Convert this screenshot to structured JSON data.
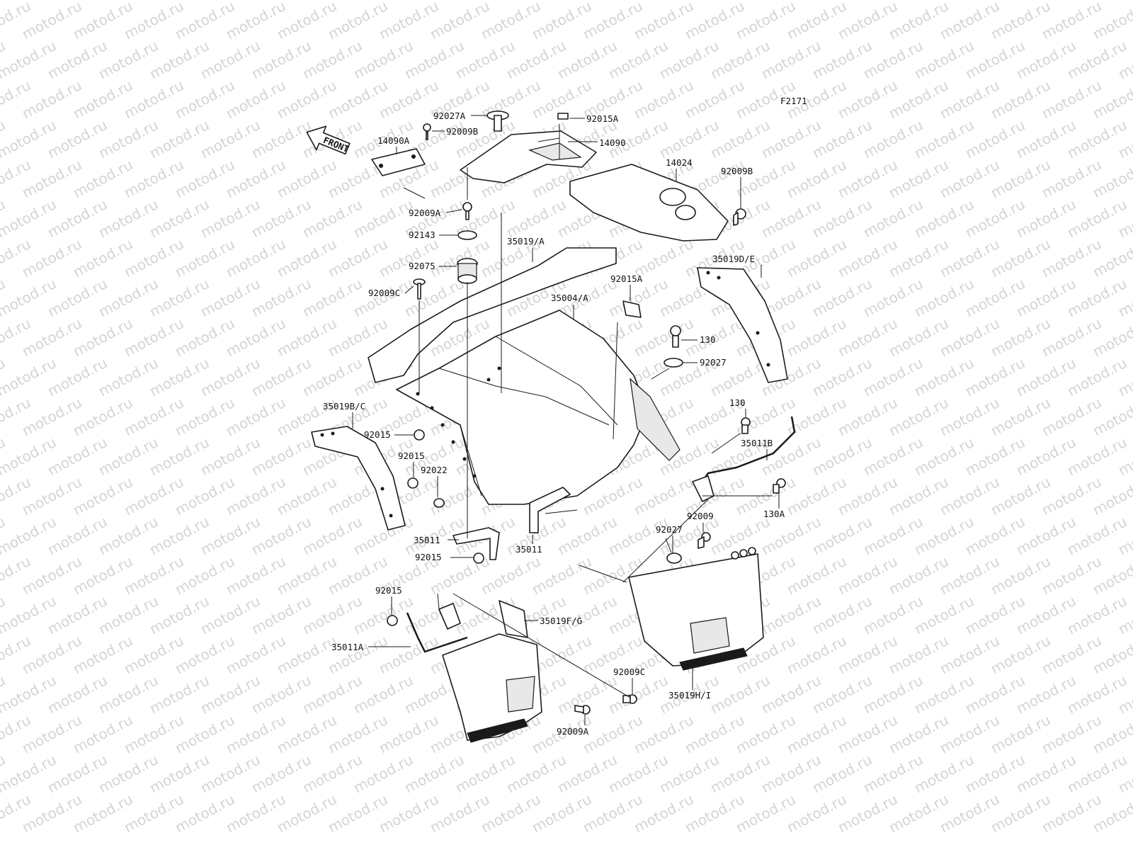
{
  "watermark": "motod.ru",
  "figure_code": "F2171",
  "front_arrow": "FRONT",
  "labels": [
    "92027A",
    "92015A",
    "92009B",
    "14090",
    "14090A",
    "14024",
    "92009B",
    "92009A",
    "92143",
    "35019/A",
    "92075",
    "35019D/E",
    "92009C",
    "92015A",
    "35004/A",
    "130",
    "92027",
    "35019B/C",
    "130",
    "92015",
    "35011B",
    "92015",
    "92022",
    "130A",
    "92009",
    "92027",
    "35011",
    "35011",
    "92015",
    "92015",
    "35019F/G",
    "35011A",
    "92009C",
    "35019H/I",
    "92009A"
  ]
}
